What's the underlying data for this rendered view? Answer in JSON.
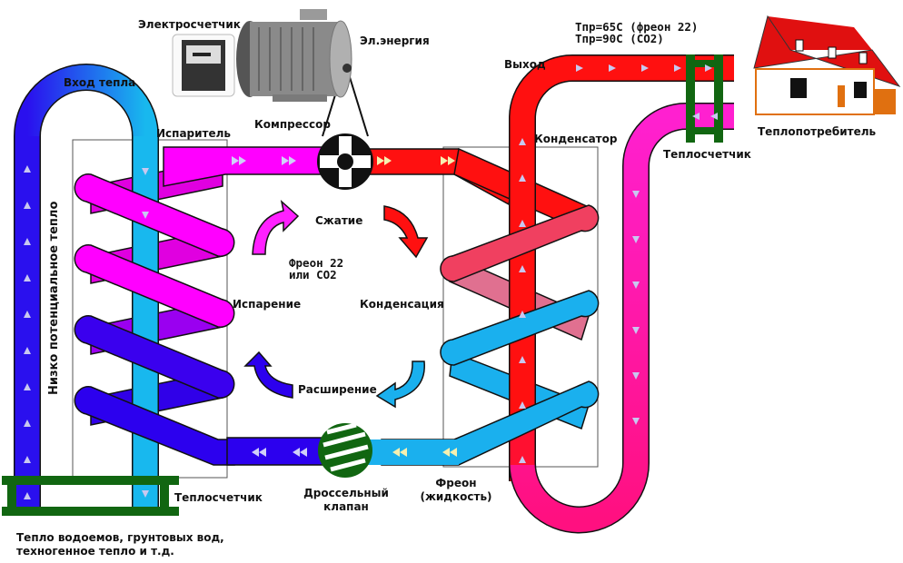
{
  "diagram": {
    "title": "Heat pump operating cycle",
    "labels": {
      "electricity_meter": "Электросчетчик",
      "electric_energy": "Эл.энергия",
      "compressor": "Компрессор",
      "heat_input": "Вход тепла",
      "evaporator": "Испаритель",
      "low_potential_heat": "Низко потенциальное тепло",
      "condenser": "Конденсатор",
      "output": "Выход",
      "temp_freon": "Tпр=65C (фреон 22)",
      "temp_co2": "Tпр=90C (CO2)",
      "heat_consumer": "Теплопотребитель",
      "heat_meter_right": "Теплосчетчик",
      "heat_meter_left": "Теплосчетчик",
      "compression": "Сжатие",
      "refrigerant_line1": "Фреон 22",
      "refrigerant_line2": "или CO2",
      "evaporation": "Испарение",
      "condensation": "Конденсация",
      "expansion": "Расширение",
      "throttle_line1": "Дроссельный",
      "throttle_line2": "клапан",
      "freon_liquid_line1": "Фреон",
      "freon_liquid_line2": "(жидкость)",
      "source_line1": "Тепло водоемов, грунтовых вод,",
      "source_line2": "техногенное тепло и т.д."
    },
    "colors": {
      "cold_blue": "#2200ee",
      "light_blue": "#1ab0ee",
      "magenta": "#ff00ff",
      "hot_red": "#ff1010",
      "pink_return": "#ff10b0",
      "meter_green": "#116611",
      "arrow_fill": "#c8c8f0",
      "arrow_fill_warm": "#f7f0b0"
    }
  }
}
